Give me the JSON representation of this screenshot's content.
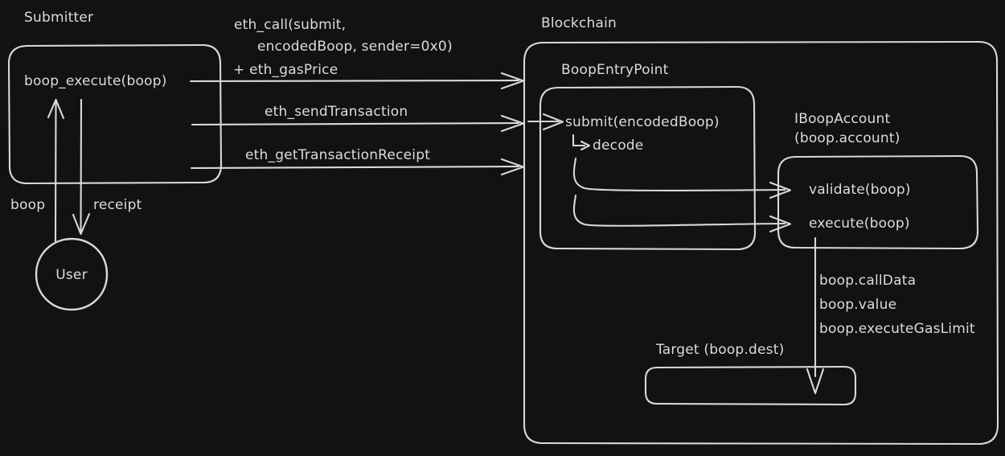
{
  "diagram": {
    "title_visible": false,
    "background_color": "#121212",
    "stroke_color": "#d8d8d8",
    "text_color": "#dcdcdc"
  },
  "groups": {
    "submitter": {
      "label": "Submitter"
    },
    "blockchain": {
      "label": "Blockchain"
    },
    "boop_entry_point": {
      "label": "BoopEntryPoint"
    },
    "iboop_account": {
      "label_line1": "IBoopAccount",
      "label_line2": "(boop.account)"
    },
    "target": {
      "label": "Target (boop.dest)"
    }
  },
  "nodes": {
    "boop_execute": {
      "label": "boop_execute(boop)"
    },
    "user": {
      "label": "User"
    },
    "submit": {
      "label": "submit(encodedBoop)"
    },
    "decode": {
      "label": "decode",
      "prefix_glyph": "corner-arrow"
    },
    "validate": {
      "label": "validate(boop)"
    },
    "execute": {
      "label": "execute(boop)"
    }
  },
  "edges": {
    "eth_call": {
      "line1": "eth_call(submit,",
      "line2": "encodedBoop, sender=0x0)",
      "line3": "+ eth_gasPrice"
    },
    "eth_send_transaction": {
      "label": "eth_sendTransaction"
    },
    "eth_get_transaction_receipt": {
      "label": "eth_getTransactionReceipt"
    },
    "boop_in": {
      "label": "boop"
    },
    "receipt_out": {
      "label": "receipt"
    },
    "target_call": {
      "line1": "boop.callData",
      "line2": "boop.value",
      "line3": "boop.executeGasLimit"
    }
  }
}
